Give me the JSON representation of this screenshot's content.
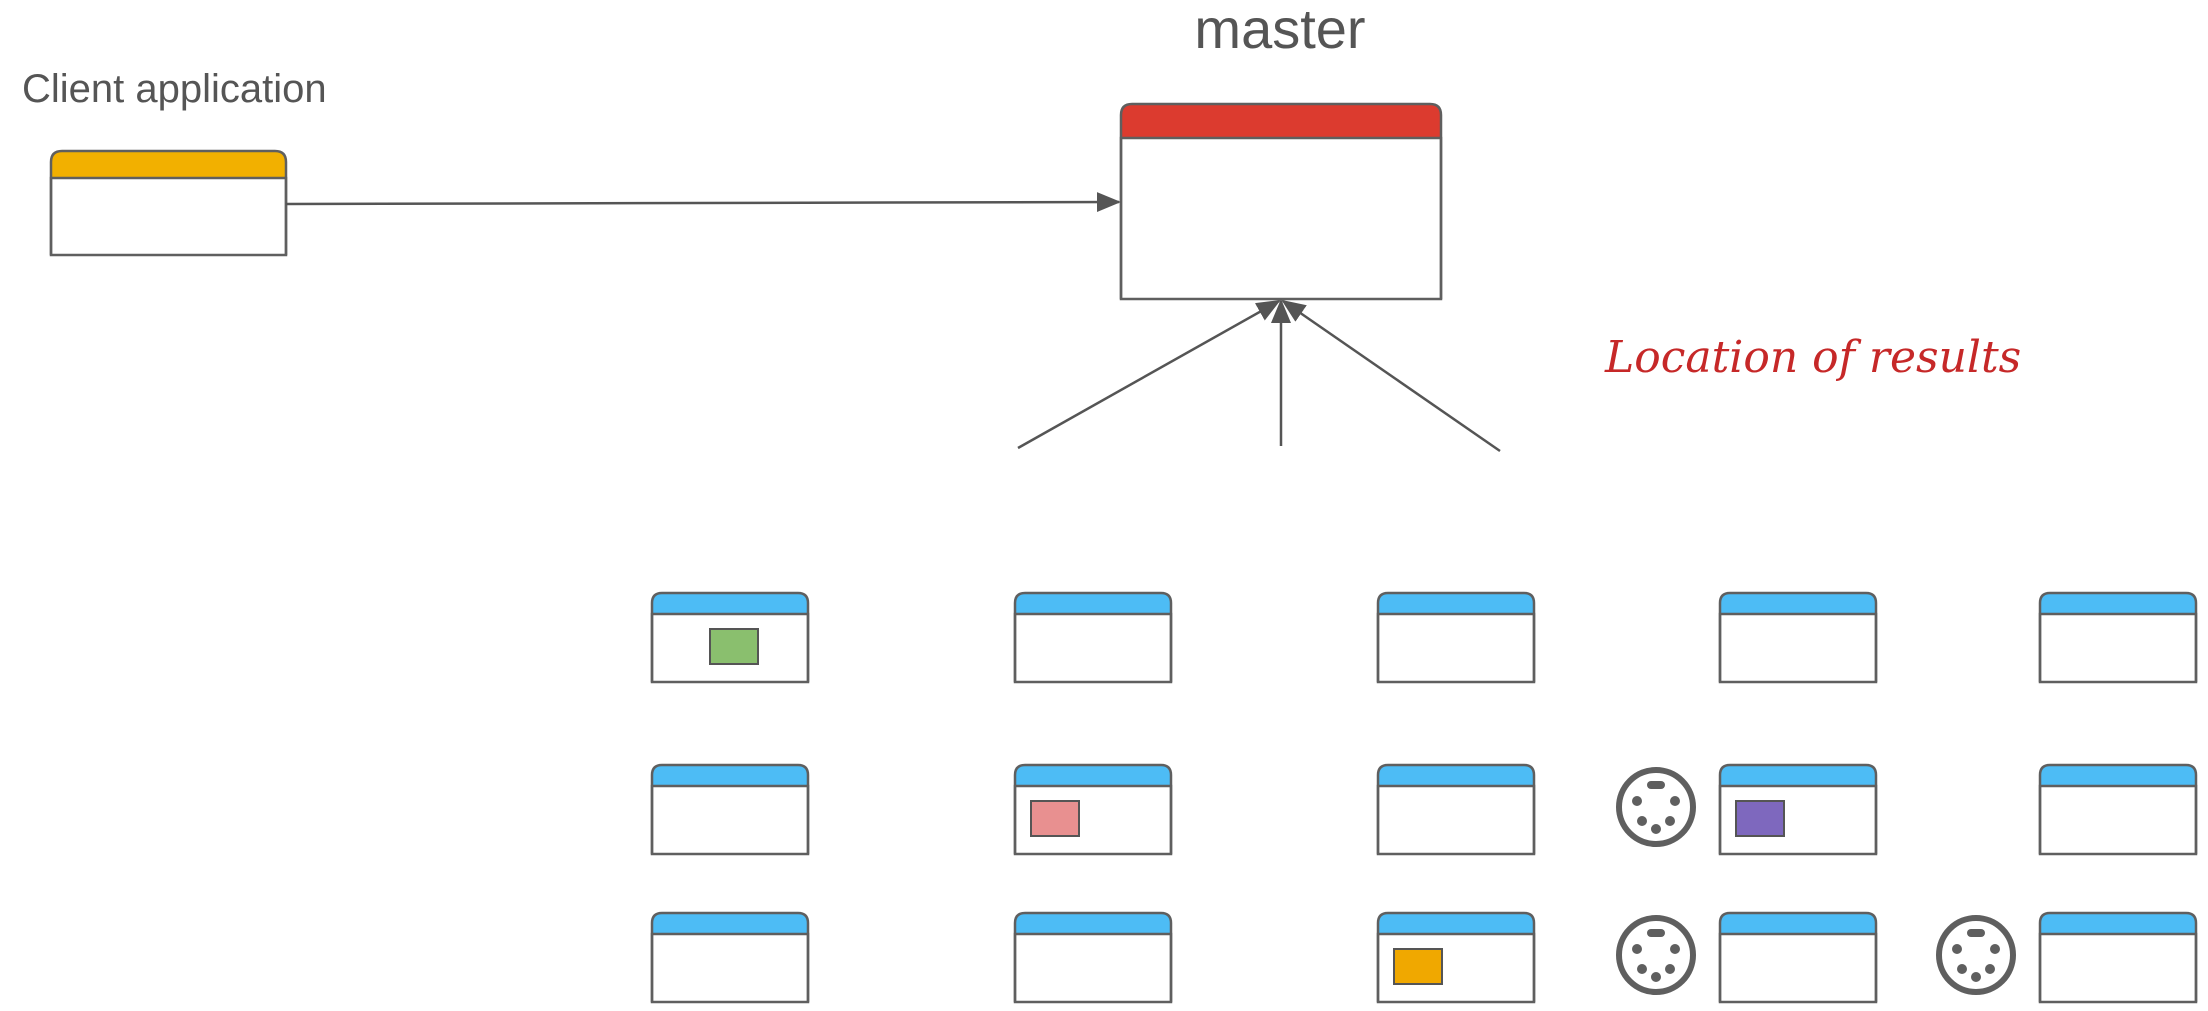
{
  "labels": {
    "master": "master",
    "client": "Client application",
    "note": "Location of results"
  },
  "colors": {
    "client_header": "#f2b000",
    "master_header": "#dc3b2f",
    "worker_header": "#4dbcf5",
    "result_green": "#8abf6e",
    "result_pink": "#e89090",
    "result_purple": "#7e68be",
    "result_orange": "#f0a800",
    "note": "#c62828"
  },
  "workers": [
    {
      "row": 0,
      "col": 0,
      "result": "green"
    },
    {
      "row": 0,
      "col": 1,
      "result": null
    },
    {
      "row": 0,
      "col": 2,
      "result": null
    },
    {
      "row": 0,
      "col": 3,
      "result": null
    },
    {
      "row": 0,
      "col": 4,
      "result": null
    },
    {
      "row": 1,
      "col": 0,
      "result": null
    },
    {
      "row": 1,
      "col": 1,
      "result": "pink"
    },
    {
      "row": 1,
      "col": 2,
      "result": null
    },
    {
      "row": 1,
      "col": 3,
      "result": "purple",
      "disk": true
    },
    {
      "row": 1,
      "col": 4,
      "result": null
    },
    {
      "row": 2,
      "col": 0,
      "result": null
    },
    {
      "row": 2,
      "col": 1,
      "result": null
    },
    {
      "row": 2,
      "col": 2,
      "result": "orange"
    },
    {
      "row": 2,
      "col": 3,
      "result": null,
      "disk": true
    },
    {
      "row": 2,
      "col": 4,
      "result": null,
      "disk": true
    }
  ],
  "connections": [
    {
      "from": "client",
      "to": "master"
    },
    {
      "from": "worker-left",
      "to": "master"
    },
    {
      "from": "worker-center",
      "to": "master"
    },
    {
      "from": "worker-right",
      "to": "master"
    }
  ]
}
